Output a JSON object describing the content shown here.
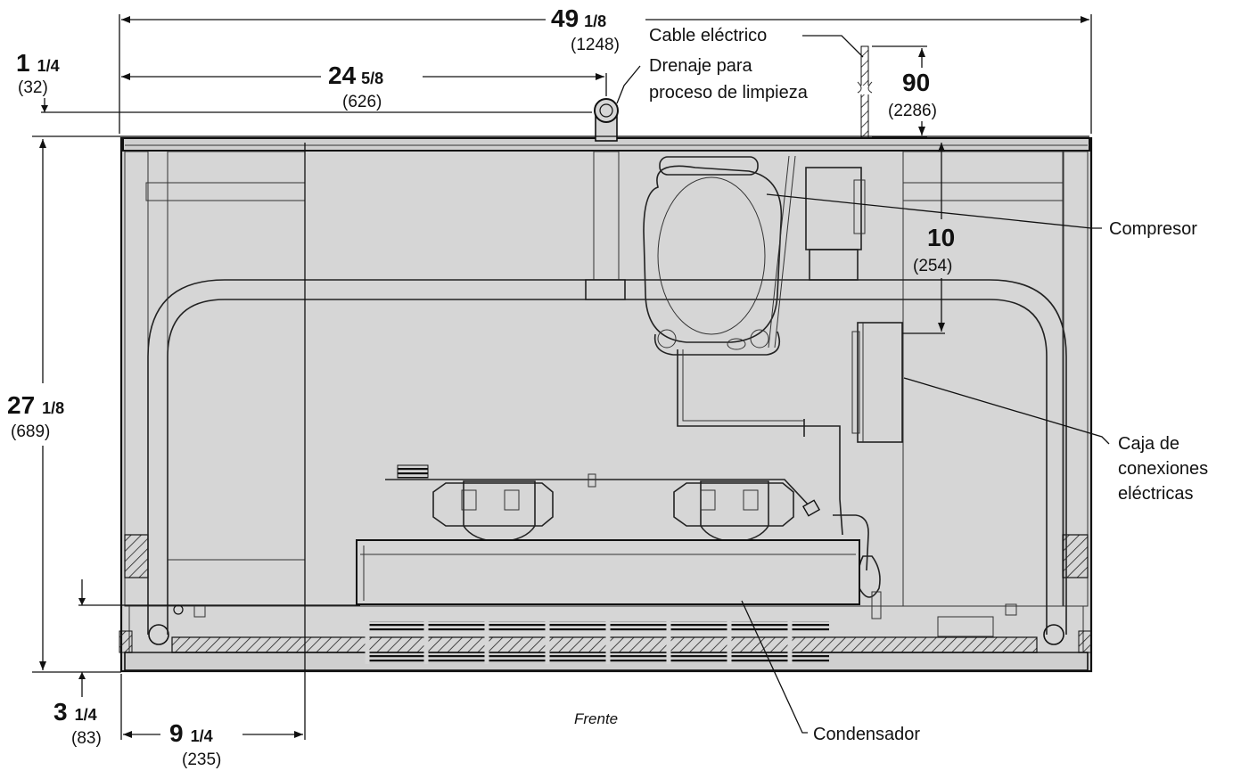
{
  "dimensions": {
    "overall_width": {
      "whole": "49",
      "fraction": "1/8",
      "mm": "(1248)"
    },
    "drain_offset": {
      "whole": "24",
      "fraction": "5/8",
      "mm": "(626)"
    },
    "drain_height": {
      "whole": "1",
      "fraction": "1/4",
      "mm": "(32)"
    },
    "cord_length": {
      "whole": "90",
      "fraction": "",
      "mm": "(2286)"
    },
    "box_depth": {
      "whole": "10",
      "fraction": "",
      "mm": "(254)"
    },
    "overall_depth": {
      "whole": "27",
      "fraction": "1/8",
      "mm": "(689)"
    },
    "front_offset": {
      "whole": "3",
      "fraction": "1/4",
      "mm": "(83)"
    },
    "side_offset": {
      "whole": "9",
      "fraction": "1/4",
      "mm": "(235)"
    }
  },
  "callouts": {
    "power_cord": "Cable eléctrico",
    "drain_line1": "Drenaje para",
    "drain_line2": "proceso de limpieza",
    "compressor": "Compresor",
    "junction_line1": "Caja de",
    "junction_line2": "conexiones",
    "junction_line3": "eléctricas",
    "condenser": "Condensador",
    "front": "Frente"
  }
}
